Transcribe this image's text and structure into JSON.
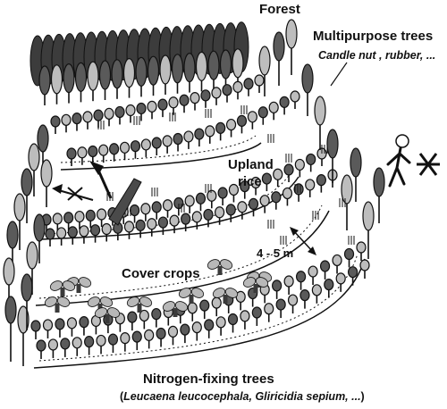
{
  "labels": {
    "forest": "Forest",
    "multipurpose_trees": "Multipurpose trees",
    "multipurpose_examples": "Candle nut , rubber, ...",
    "upland": "Upland",
    "rice": "rice",
    "spacing": "4 - 5 m",
    "cover_crops": "Cover crops",
    "nitrogen_fixing_trees": "Nitrogen-fixing trees",
    "nitrogen_species": "Leucaena leucocephala, Gliricidia sepium, ..."
  },
  "colors": {
    "tree_dark": "#5a5a5a",
    "tree_light": "#bdbdbd",
    "forest_dark": "#3c3c3c",
    "line": "#111111",
    "crop_leaf": "#b8b8b8",
    "crop_stem": "#3a3a3a"
  },
  "icons": [
    "tree-icon",
    "cover-crop-icon",
    "person-icon",
    "cross-icon",
    "axe-icon",
    "arrow-icon"
  ]
}
